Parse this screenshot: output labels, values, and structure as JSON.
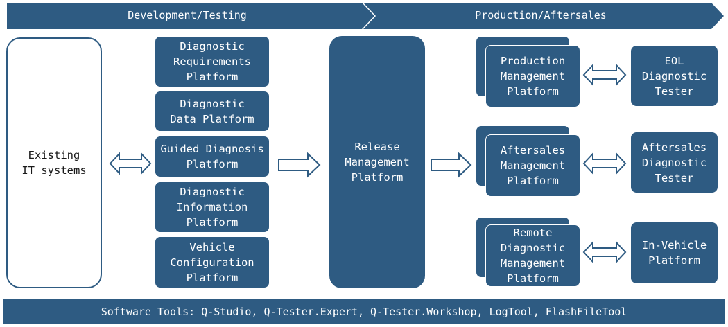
{
  "phases": {
    "development": "Development/Testing",
    "production": "Production/Aftersales"
  },
  "existing_it": "Existing\nIT systems",
  "platforms": {
    "requirements": "Diagnostic\nRequirements\nPlatform",
    "data": "Diagnostic\nData Platform",
    "guided": "Guided Diagnosis\nPlatform",
    "information": "Diagnostic\nInformation\nPlatform",
    "vehicle_config": "Vehicle\nConfiguration\nPlatform"
  },
  "release": "Release\nManagement\nPlatform",
  "right_platforms": {
    "production_mgmt": "Production\nManagement\nPlatform",
    "aftersales_mgmt": "Aftersales\nManagement\nPlatform",
    "remote_mgmt": "Remote\nDiagnostic\nManagement\nPlatform"
  },
  "testers": {
    "eol": "EOL\nDiagnostic\nTester",
    "aftersales": "Aftersales\nDiagnostic\nTester",
    "in_vehicle": "In-Vehicle\nPlatform"
  },
  "software_tools": "Software Tools: Q-Studio, Q-Tester.Expert, Q-Tester.Workshop, LogTool, FlashFileTool",
  "colors": {
    "primary": "#2e5b82",
    "arrow_fill": "#ffffff"
  }
}
